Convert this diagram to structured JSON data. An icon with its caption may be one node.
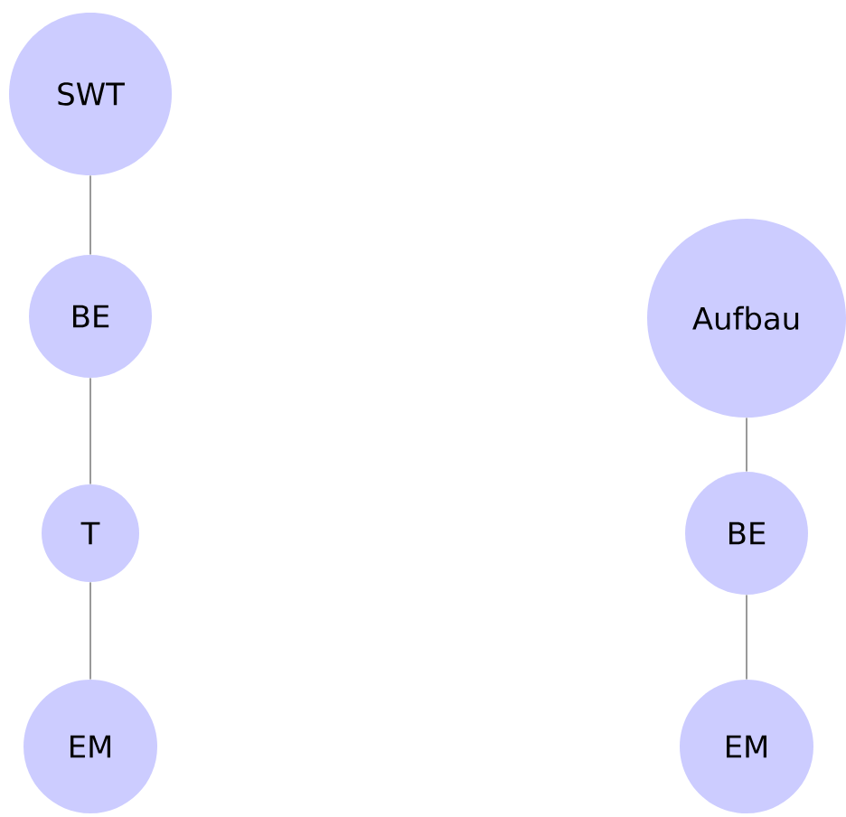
{
  "diagram": {
    "nodes": [
      {
        "text": [
          "SWT"
        ]
      },
      {
        "text": [
          "BE"
        ]
      },
      {
        "text": [
          "T"
        ]
      },
      {
        "text": [
          "EM"
        ]
      },
      {
        "text": [
          "Aufbau"
        ]
      },
      {
        "text": [
          "BE"
        ]
      },
      {
        "text": [
          "EM"
        ]
      }
    ],
    "edges": [
      {
        "from": 0,
        "to": 1,
        "arrow": "none"
      },
      {
        "from": 1,
        "to": 2,
        "arrow": "none"
      },
      {
        "from": 2,
        "to": 3,
        "arrow": "none"
      },
      {
        "from": 4,
        "to": 5,
        "arrow": "none"
      },
      {
        "from": 5,
        "to": 6,
        "arrow": "none"
      }
    ]
  }
}
